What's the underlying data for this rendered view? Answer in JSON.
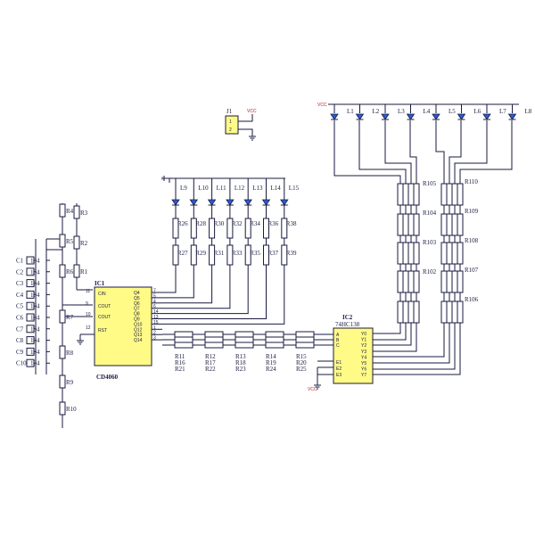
{
  "connector": {
    "ref": "J1",
    "pins": [
      "1",
      "2"
    ],
    "power": "VCC"
  },
  "ic1": {
    "ref": "IC1",
    "part": "CD4060",
    "left_pins": [
      {
        "num": "11",
        "name": "CIN"
      },
      {
        "num": "9",
        "name": "COUT"
      },
      {
        "num": "10",
        "name": "COUT"
      },
      {
        "num": "12",
        "name": "RST"
      }
    ],
    "right_pins": [
      "7",
      "5",
      "4",
      "6",
      "14",
      "13",
      "15",
      "1",
      "2",
      "3"
    ],
    "right_pin_names": [
      "Q4",
      "Q5",
      "Q6",
      "Q7",
      "Q8",
      "Q9",
      "Q10",
      "Q12",
      "Q13",
      "Q14"
    ]
  },
  "ic2": {
    "ref": "IC2",
    "part": "74HC138",
    "left_pins": [
      "A",
      "B",
      "C",
      "E1",
      "E2",
      "E3"
    ],
    "right_pins": [
      "Y0",
      "Y1",
      "Y2",
      "Y3",
      "Y4",
      "Y5",
      "Y6",
      "Y7"
    ]
  },
  "capacitors": [
    {
      "ref": "C1",
      "value": "104"
    },
    {
      "ref": "C2",
      "value": "104"
    },
    {
      "ref": "C3",
      "value": "104"
    },
    {
      "ref": "C4",
      "value": "104"
    },
    {
      "ref": "C5",
      "value": "104"
    },
    {
      "ref": "C6",
      "value": "104"
    },
    {
      "ref": "C7",
      "value": "104"
    },
    {
      "ref": "C8",
      "value": "104"
    },
    {
      "ref": "C9",
      "value": "104"
    },
    {
      "ref": "C10",
      "value": "104"
    }
  ],
  "timing_resistors": [
    "R4",
    "R3",
    "R5",
    "R2",
    "R6",
    "R1",
    "R7",
    "R8",
    "R9",
    "R10"
  ],
  "top_leds": [
    "L1",
    "L2",
    "L3",
    "L4",
    "L5",
    "L6",
    "L7",
    "L8"
  ],
  "mid_leds": [
    "L9",
    "L10",
    "L11",
    "L12",
    "L13",
    "L14",
    "L15"
  ],
  "led_resistors_upper": [
    "R26",
    "R28",
    "R30",
    "R32",
    "R34",
    "R36",
    "R38"
  ],
  "led_resistors_lower": [
    "R27",
    "R29",
    "R31",
    "R33",
    "R35",
    "R37",
    "R39"
  ],
  "bus_resistor_columns": [
    [
      "R11",
      "R16",
      "R21"
    ],
    [
      "R12",
      "R17",
      "R22"
    ],
    [
      "R13",
      "R18",
      "R23"
    ],
    [
      "R14",
      "R19",
      "R24"
    ],
    [
      "R15",
      "R20",
      "R25"
    ]
  ],
  "array_left_labels": [
    "R105",
    "R104",
    "R103",
    "R102"
  ],
  "array_right_labels": [
    "R110",
    "R109",
    "R108",
    "R107",
    "R106"
  ],
  "vcc_label": "VCC"
}
